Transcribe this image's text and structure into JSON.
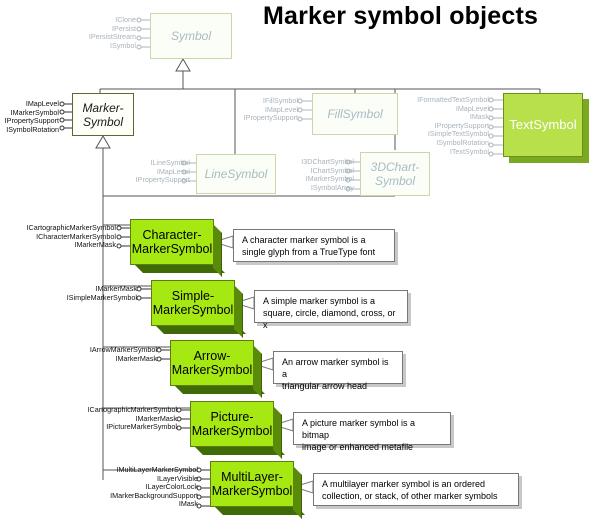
{
  "title": "Marker symbol objects",
  "symbol": {
    "name": "Symbol",
    "interfaces": [
      "IClone",
      "IPersist",
      "IPersistStream",
      "ISymbol"
    ]
  },
  "marker_symbol": {
    "name_line1": "Marker-",
    "name_line2": "Symbol",
    "interfaces": [
      "IMapLevel",
      "IMarkerSymbol",
      "IPropertySupport",
      "ISymbolRotation"
    ]
  },
  "fill_symbol": {
    "name": "FillSymbol",
    "interfaces": [
      "IFillSymbol",
      "IMapLevel",
      "IPropertySupport"
    ]
  },
  "text_symbol": {
    "name": "TextSymbol",
    "interfaces": [
      "IFormattedTextSymbol",
      "IMapLevel",
      "IMask",
      "IPropertySupport",
      "ISimpleTextSymbol",
      "ISymbolRotation",
      "ITextSymbol"
    ]
  },
  "line_symbol": {
    "name": "LineSymbol",
    "interfaces": [
      "ILineSymbol",
      "IMapLevel",
      "IPropertySupport"
    ]
  },
  "chart3d_symbol": {
    "name_line1": "3DChart-",
    "name_line2": "Symbol",
    "interfaces": [
      "I3DChartSymbol",
      "IChartSymbol",
      "IMarkerSymbol",
      "ISymbolArray"
    ]
  },
  "coclasses": [
    {
      "name_line1": "Character-",
      "name_line2": "MarkerSymbol",
      "interfaces": [
        "ICartographicMarkerSymbol",
        "ICharacterMarkerSymbol",
        "IMarkerMask"
      ],
      "description_line1": "A character marker symbol is a",
      "description_line2": "single glyph from a TrueType font"
    },
    {
      "name_line1": "Simple-",
      "name_line2": "MarkerSymbol",
      "interfaces": [
        "IMarkerMask",
        "ISimpleMarkerSymbol"
      ],
      "description_line1": "A simple marker symbol is a",
      "description_line2": "square, circle, diamond, cross, or x"
    },
    {
      "name_line1": "Arrow-",
      "name_line2": "MarkerSymbol",
      "interfaces": [
        "IArrowMarkerSymbol",
        "IMarkerMask"
      ],
      "description_line1": "An arrow marker symbol is a",
      "description_line2": "triangular arrow head"
    },
    {
      "name_line1": "Picture-",
      "name_line2": "MarkerSymbol",
      "interfaces": [
        "ICartographicMarkerSymbol",
        "IMarkerMask",
        "IPictureMarkerSymbol"
      ],
      "description_line1": "A picture marker symbol is a bitmap",
      "description_line2": "image or enhanced metafile"
    },
    {
      "name_line1": "MultiLayer-",
      "name_line2": "MarkerSymbol",
      "interfaces": [
        "IMultiLayerMarkerSymbol",
        "ILayerVisible",
        "ILayerColorLock",
        "IMarkerBackgroundSupport",
        "IMask"
      ],
      "description_line1": "A multilayer marker symbol is an ordered",
      "description_line2": "collection, or stack, of other marker symbols"
    }
  ]
}
